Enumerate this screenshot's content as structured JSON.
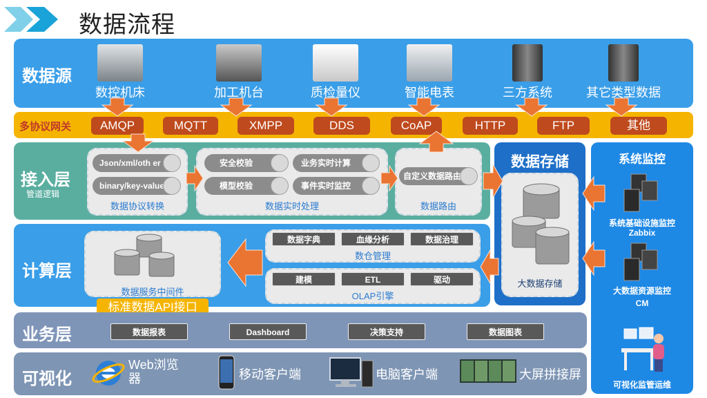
{
  "page": {
    "title": "数据流程"
  },
  "layers": {
    "source": "数据源",
    "gateway": "多协议网关",
    "access": "接入层",
    "access_sub": "管道逻辑",
    "compute": "计算层",
    "business": "业务层",
    "visual": "可视化"
  },
  "sources": [
    "数控机床",
    "加工机台",
    "质检量仪",
    "智能电表",
    "三方系统",
    "其它类型数据"
  ],
  "protocols": [
    "AMQP",
    "MQTT",
    "XMPP",
    "DDS",
    "CoAP",
    "HTTP",
    "FTP",
    "其他"
  ],
  "access": {
    "convert": {
      "items": [
        "Json/xml/oth er",
        "binary/key-value"
      ],
      "caption": "数据协议转换"
    },
    "realtime": {
      "items": [
        "安全校验",
        "业务实时计算",
        "模型校验",
        "事件实时监控"
      ],
      "caption": "数据实时处理"
    },
    "routing": {
      "item": "自定义数据路由",
      "caption": "数据路由"
    }
  },
  "storage": {
    "title": "数据存储",
    "caption": "大数据存储"
  },
  "monitor": {
    "title": "系统监控",
    "infra_label": "系统基础设施监控",
    "infra_tool": "Zabbix",
    "bigdata_label": "大数据资源监控",
    "bigdata_tool": "CM",
    "ops_label": "可视化监管运维"
  },
  "compute": {
    "middleware": "数据服务中间件",
    "api": "标准数据API接口",
    "warehouse": {
      "items": [
        "数据字典",
        "血缘分析",
        "数据治理"
      ],
      "caption": "数仓管理"
    },
    "olap": {
      "items": [
        "建模",
        "ETL",
        "驱动"
      ],
      "caption": "OLAP引擎"
    }
  },
  "business": [
    "数据报表",
    "Dashboard",
    "决策支持",
    "数据图表"
  ],
  "visual": {
    "web": "Web浏览器",
    "mobile": "移动客户端",
    "pc": "电脑客户端",
    "screen": "大屏拼接屏"
  },
  "colors": {
    "blue_band": "#3a9ee8",
    "gateway": "#f5b400",
    "teal_band": "#5aaea0",
    "storage_band": "#1e6fc8",
    "business_band": "#7f95b8",
    "visual_band": "#7e95b4",
    "arrow": "#ea7431"
  }
}
